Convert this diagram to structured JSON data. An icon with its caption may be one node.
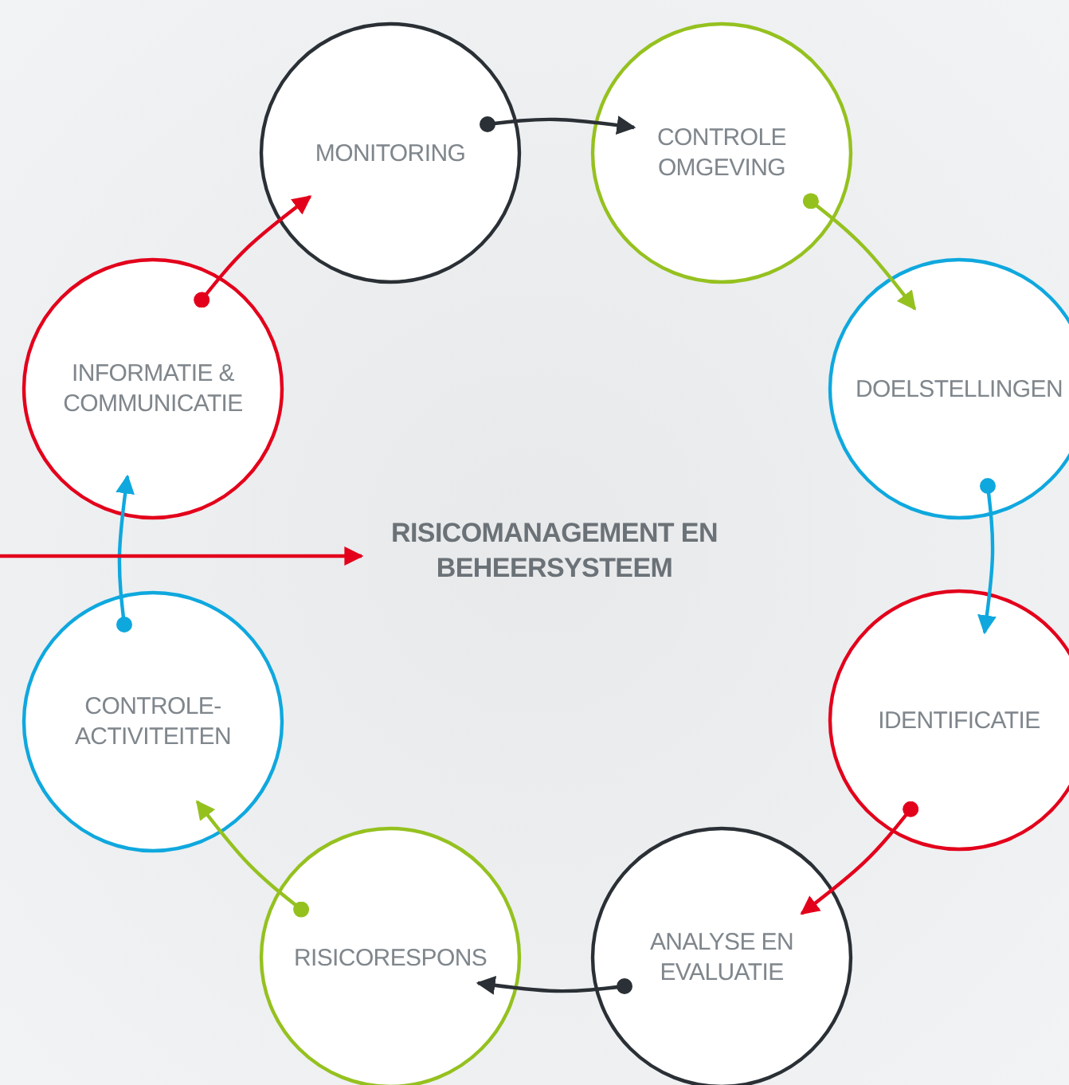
{
  "diagram": {
    "nodes": [
      {
        "text": [
          "MONITORING"
        ]
      },
      {
        "text": [
          "CONTROLE OMGEVING"
        ]
      },
      {
        "text": [
          "DOELSTELLINGEN"
        ]
      },
      {
        "text": [
          "IDENTIFICATIE"
        ]
      },
      {
        "text": [
          "ANALYSE EN EVALUATIE"
        ]
      },
      {
        "text": [
          "RISICORESPONS"
        ]
      },
      {
        "text": [
          "CONTROLE- ACTIVITEITEN"
        ]
      },
      {
        "text": [
          "INFORMATIE & COMMUNICATIE"
        ]
      },
      {
        "text": [
          "RISICOMANAGEMENT EN BEHEERSYSTEEM"
        ]
      }
    ],
    "edges": [
      {
        "from": 0,
        "to": 1,
        "arrow": "to",
        "color": "#2a3035"
      },
      {
        "from": 1,
        "to": 2,
        "arrow": "to",
        "color": "#95c11f"
      },
      {
        "from": 2,
        "to": 3,
        "arrow": "to",
        "color": "#0fa8de"
      },
      {
        "from": 3,
        "to": 4,
        "arrow": "to",
        "color": "#e3001b"
      },
      {
        "from": 4,
        "to": 5,
        "arrow": "to",
        "color": "#2a3035"
      },
      {
        "from": 5,
        "to": 6,
        "arrow": "to",
        "color": "#95c11f"
      },
      {
        "from": 6,
        "to": 7,
        "arrow": "to",
        "color": "#0fa8de"
      },
      {
        "from": 7,
        "to": 0,
        "arrow": "to",
        "color": "#e3001b"
      },
      {
        "from": null,
        "to": 8,
        "arrow": "to",
        "color": "#e3001b"
      }
    ]
  }
}
